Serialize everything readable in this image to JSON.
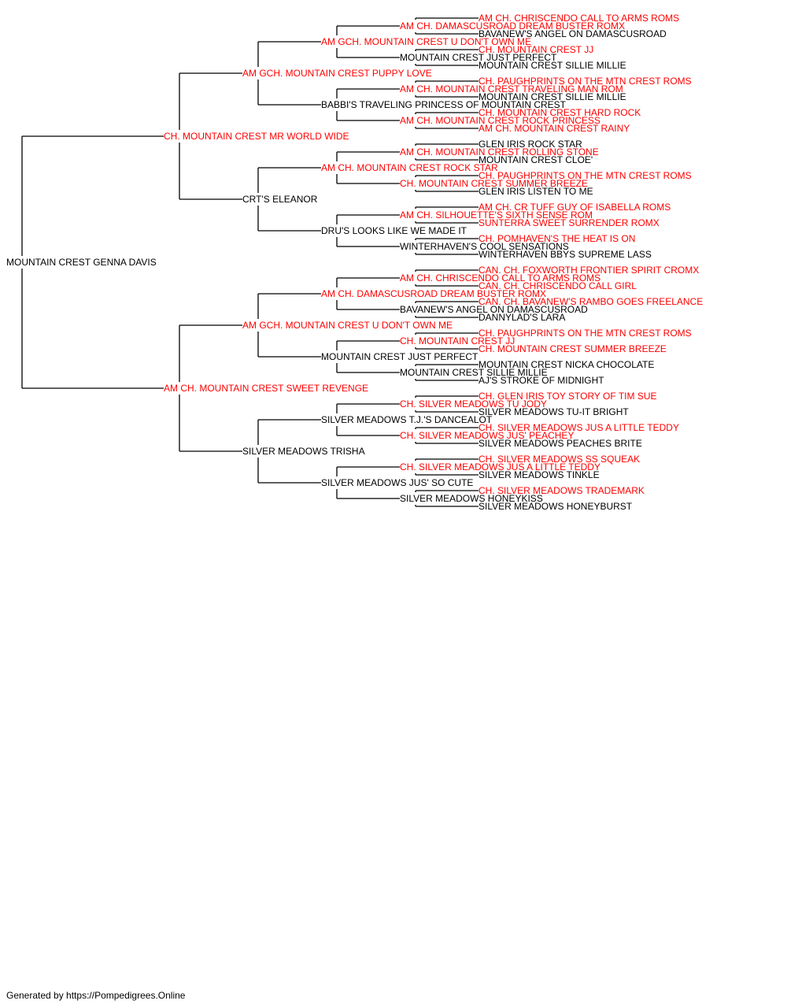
{
  "colors": {
    "champion": "#ff0000",
    "regular": "#000000",
    "line": "#000000"
  },
  "pedigree": {
    "name": "MOUNTAIN CREST GENNA DAVIS",
    "ch": false,
    "sire": {
      "name": "CH. MOUNTAIN CREST MR WORLD WIDE",
      "ch": true,
      "sire": {
        "name": "AM GCH. MOUNTAIN CREST PUPPY LOVE",
        "ch": true,
        "sire": {
          "name": "AM GCH. MOUNTAIN CREST U DON'T OWN ME",
          "ch": true,
          "sire": {
            "name": "AM CH. DAMASCUSROAD DREAM BUSTER ROMX",
            "ch": true,
            "sire": {
              "name": "AM CH. CHRISCENDO CALL TO ARMS ROMS",
              "ch": true
            },
            "dam": {
              "name": "BAVANEW'S ANGEL ON DAMASCUSROAD",
              "ch": false
            }
          },
          "dam": {
            "name": "MOUNTAIN CREST JUST PERFECT",
            "ch": false,
            "sire": {
              "name": "CH. MOUNTAIN CREST JJ",
              "ch": true
            },
            "dam": {
              "name": "MOUNTAIN CREST SILLIE MILLIE",
              "ch": false
            }
          }
        },
        "dam": {
          "name": "BABBI'S TRAVELING PRINCESS OF MOUNTAIN CREST",
          "ch": false,
          "sire": {
            "name": "AM CH. MOUNTAIN CREST TRAVELING MAN ROM",
            "ch": true,
            "sire": {
              "name": "CH. PAUGHPRINTS ON THE MTN CREST ROMS",
              "ch": true
            },
            "dam": {
              "name": "MOUNTAIN CREST SILLIE MILLIE",
              "ch": false
            }
          },
          "dam": {
            "name": "AM CH. MOUNTAIN CREST ROCK PRINCESS",
            "ch": true,
            "sire": {
              "name": "CH. MOUNTAIN CREST HARD ROCK",
              "ch": true
            },
            "dam": {
              "name": "AM CH. MOUNTAIN CREST RAINY",
              "ch": true
            }
          }
        }
      },
      "dam": {
        "name": "CRT'S ELEANOR",
        "ch": false,
        "sire": {
          "name": "AM CH. MOUNTAIN CREST ROCK STAR",
          "ch": true,
          "sire": {
            "name": "AM CH. MOUNTAIN CREST ROLLING STONE",
            "ch": true,
            "sire": {
              "name": "GLEN IRIS ROCK STAR",
              "ch": false
            },
            "dam": {
              "name": "MOUNTAIN CREST CLOE'",
              "ch": false
            }
          },
          "dam": {
            "name": "CH. MOUNTAIN CREST SUMMER BREEZE",
            "ch": true,
            "sire": {
              "name": "CH. PAUGHPRINTS ON THE MTN CREST ROMS",
              "ch": true
            },
            "dam": {
              "name": "GLEN IRIS LISTEN TO ME",
              "ch": false
            }
          }
        },
        "dam": {
          "name": "DRU'S LOOKS LIKE WE MADE IT",
          "ch": false,
          "sire": {
            "name": "AM CH. SILHOUETTE'S SIXTH SENSE ROM",
            "ch": true,
            "sire": {
              "name": "AM CH. CR TUFF GUY OF ISABELLA ROMS",
              "ch": true
            },
            "dam": {
              "name": "SUNTERRA SWEET SURRENDER ROMX",
              "ch": true
            }
          },
          "dam": {
            "name": "WINTERHAVEN'S COOL SENSATIONS",
            "ch": false,
            "sire": {
              "name": "CH. POMHAVEN'S THE HEAT IS ON",
              "ch": true
            },
            "dam": {
              "name": "WINTERHAVEN BBYS SUPREME LASS",
              "ch": false
            }
          }
        }
      }
    },
    "dam": {
      "name": "AM CH. MOUNTAIN CREST SWEET REVENGE",
      "ch": true,
      "sire": {
        "name": "AM GCH. MOUNTAIN CREST U DON'T OWN ME",
        "ch": true,
        "sire": {
          "name": "AM CH. DAMASCUSROAD DREAM BUSTER ROMX",
          "ch": true,
          "sire": {
            "name": "AM CH. CHRISCENDO CALL TO ARMS ROMS",
            "ch": true,
            "sire": {
              "name": "CAN. CH. FOXWORTH FRONTIER SPIRIT CROMX",
              "ch": true
            },
            "dam": {
              "name": "CAN. CH. CHRISCENDO CALL GIRL",
              "ch": true
            }
          },
          "dam": {
            "name": "BAVANEW'S ANGEL ON DAMASCUSROAD",
            "ch": false,
            "sire": {
              "name": "CAN. CH. BAVANEW'S RAMBO GOES FREELANCE",
              "ch": true
            },
            "dam": {
              "name": "DANNYLAD'S LARA",
              "ch": false
            }
          }
        },
        "dam": {
          "name": "MOUNTAIN CREST JUST PERFECT",
          "ch": false,
          "sire": {
            "name": "CH. MOUNTAIN CREST JJ",
            "ch": true,
            "sire": {
              "name": "CH. PAUGHPRINTS ON THE MTN CREST ROMS",
              "ch": true
            },
            "dam": {
              "name": "CH. MOUNTAIN CREST SUMMER BREEZE",
              "ch": true
            }
          },
          "dam": {
            "name": "MOUNTAIN CREST SILLIE MILLIE",
            "ch": false,
            "sire": {
              "name": "MOUNTAIN CREST NICKA CHOCOLATE",
              "ch": false
            },
            "dam": {
              "name": "AJ'S STROKE OF MIDNIGHT",
              "ch": false
            }
          }
        }
      },
      "dam": {
        "name": "SILVER MEADOWS TRISHA",
        "ch": false,
        "sire": {
          "name": "SILVER MEADOWS T.J.'S DANCEALOT",
          "ch": false,
          "sire": {
            "name": "CH. SILVER MEADOWS TU JODY",
            "ch": true,
            "sire": {
              "name": "CH. GLEN IRIS TOY STORY OF TIM SUE",
              "ch": true
            },
            "dam": {
              "name": "SILVER MEADOWS TU-IT BRIGHT",
              "ch": false
            }
          },
          "dam": {
            "name": "CH. SILVER MEADOWS JUS' PEACHEY",
            "ch": true,
            "sire": {
              "name": "CH. SILVER MEADOWS JUS A LITTLE TEDDY",
              "ch": true
            },
            "dam": {
              "name": "SILVER MEADOWS PEACHES BRITE",
              "ch": false
            }
          }
        },
        "dam": {
          "name": "SILVER MEADOWS JUS' SO CUTE",
          "ch": false,
          "sire": {
            "name": "CH. SILVER MEADOWS JUS A LITTLE TEDDY",
            "ch": true,
            "sire": {
              "name": "CH. SILVER MEADOWS SS SQUEAK",
              "ch": true
            },
            "dam": {
              "name": "SILVER MEADOWS TINKLE",
              "ch": false
            }
          },
          "dam": {
            "name": "SILVER MEADOWS HONEYKISS",
            "ch": false,
            "sire": {
              "name": "CH. SILVER MEADOWS TRADEMARK",
              "ch": true
            },
            "dam": {
              "name": "SILVER MEADOWS HONEYBURST",
              "ch": false
            }
          }
        }
      }
    }
  },
  "footer": "Generated by https://Pompedigrees.Online"
}
